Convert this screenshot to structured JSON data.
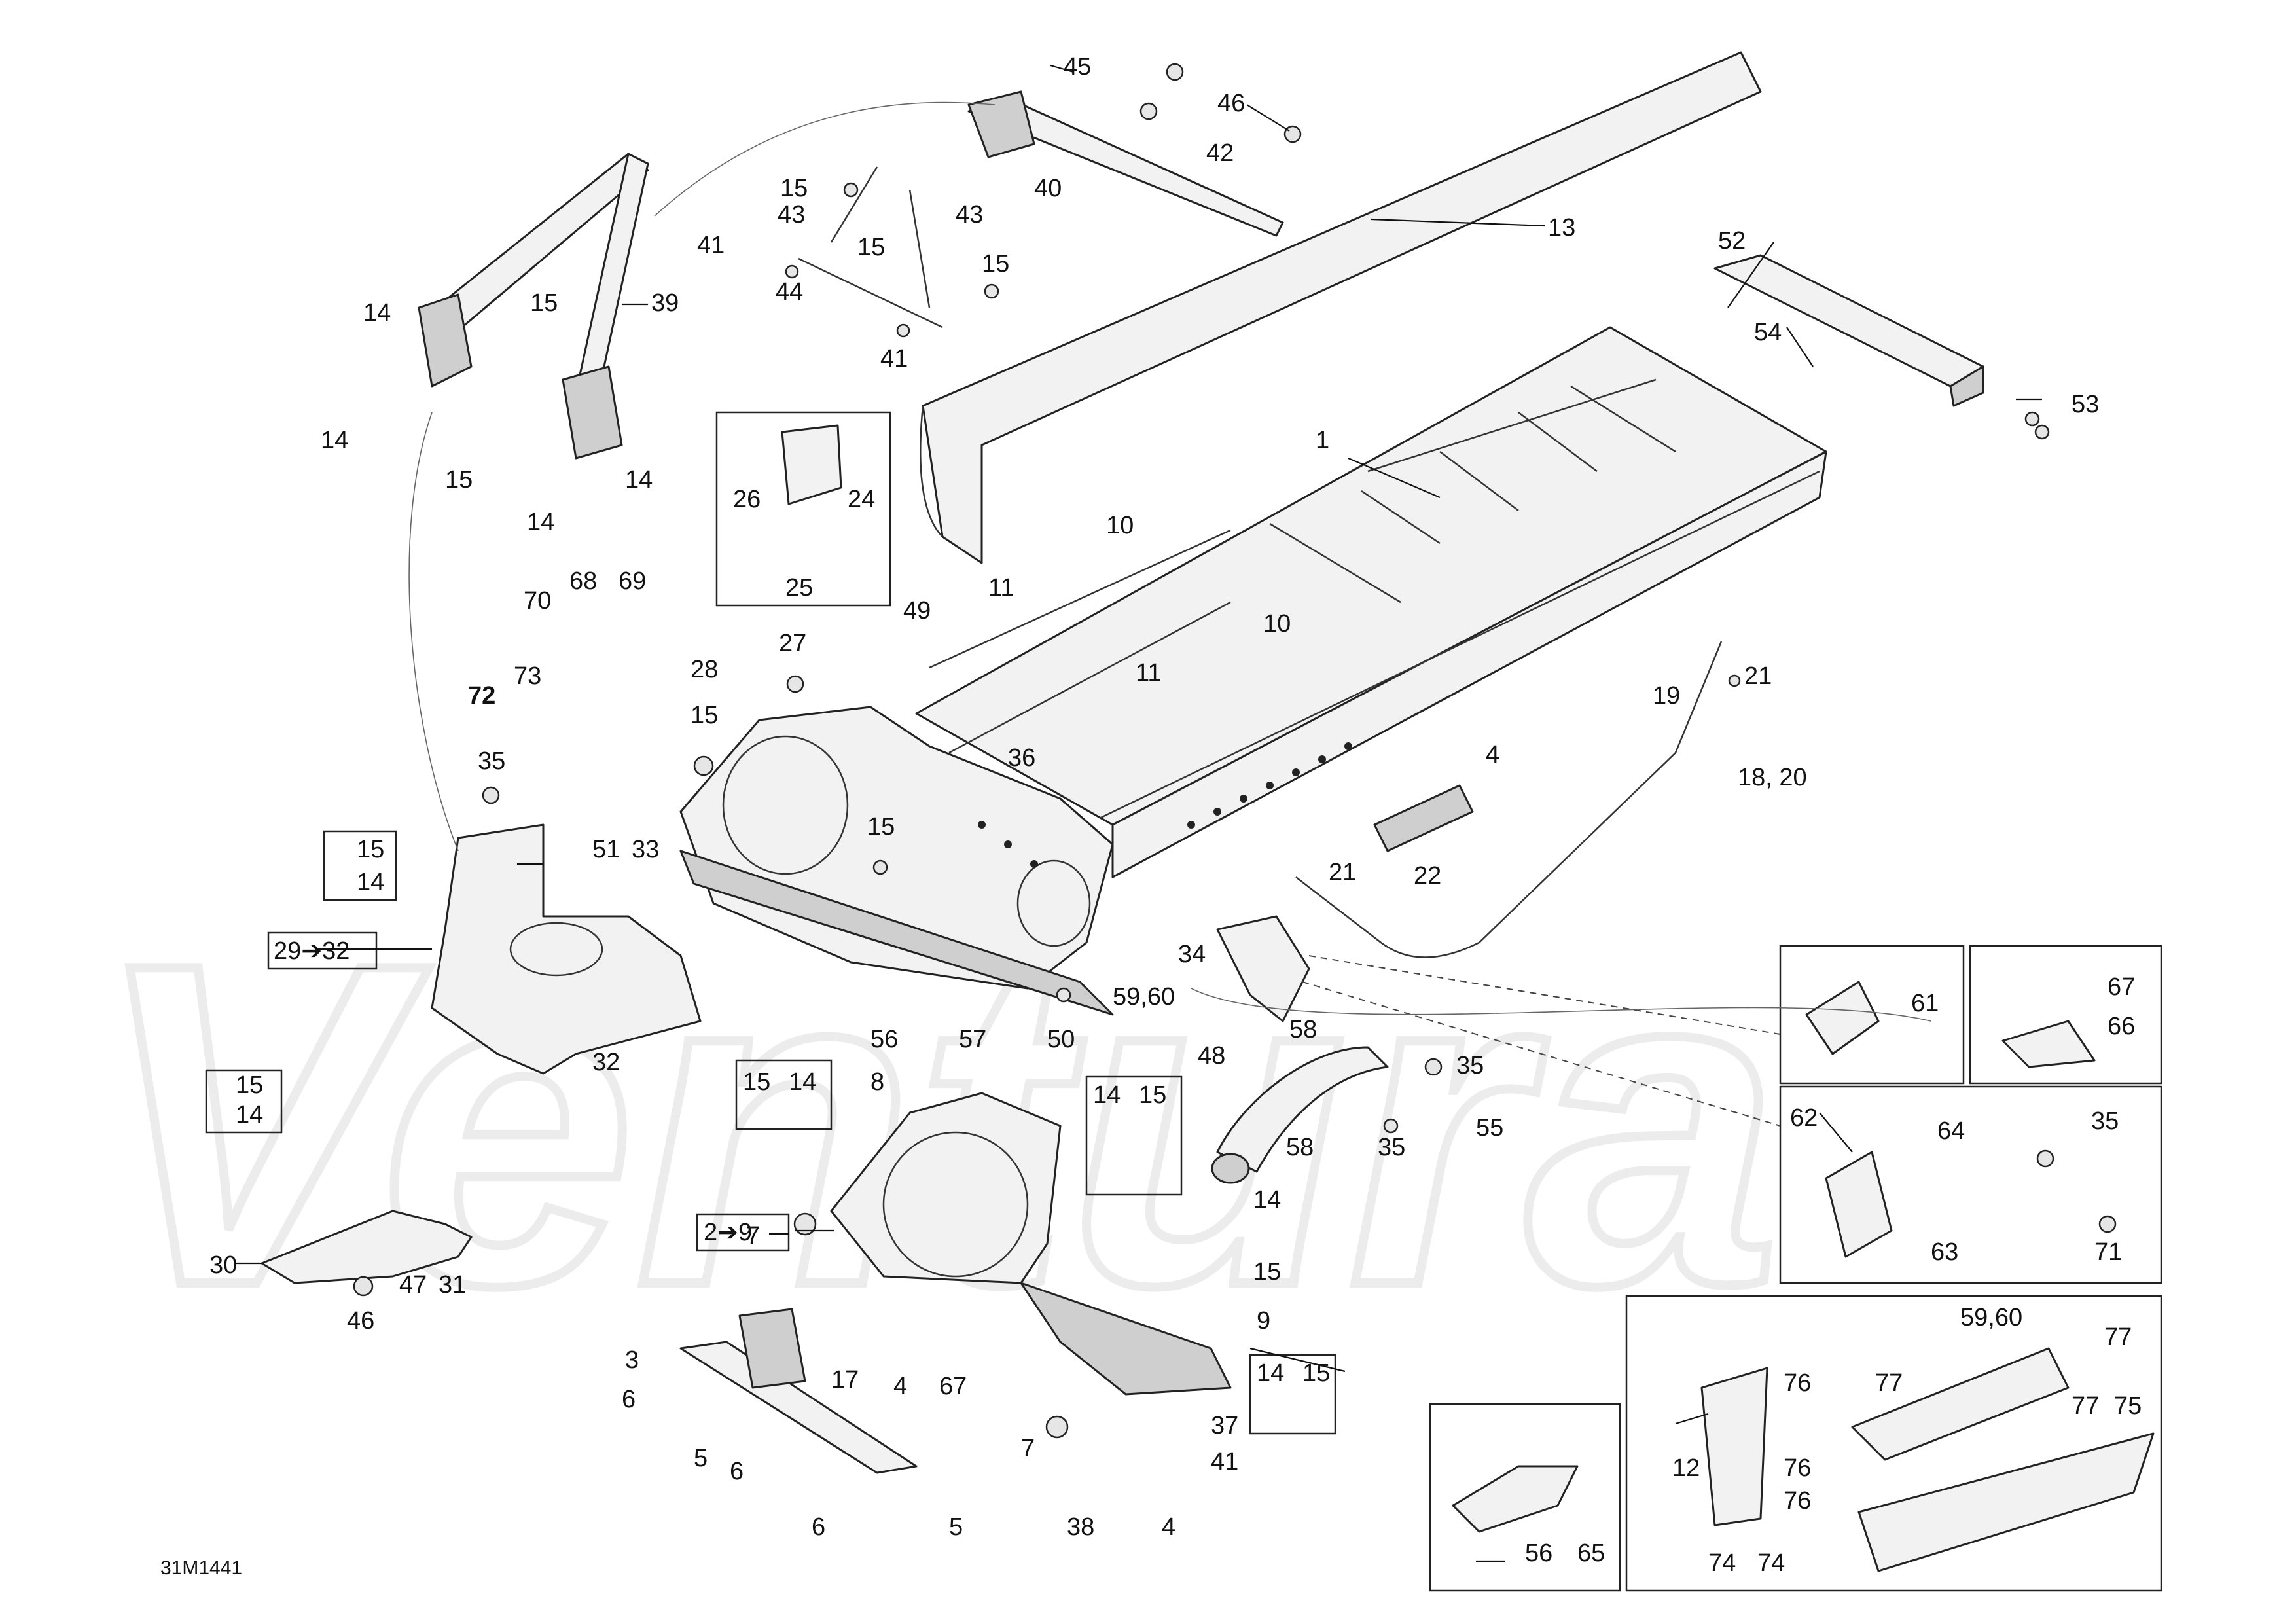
{
  "diagram": {
    "reference_code": "31M1441",
    "watermark": "Ventura",
    "callouts": {
      "c45": "45",
      "c46": "46",
      "c42": "42",
      "c15a": "15",
      "c43a": "43",
      "c43b": "43",
      "c15b": "15",
      "c40": "40",
      "c13": "13",
      "c41a": "41",
      "c15c": "15",
      "c44": "44",
      "c41b": "41",
      "c14a": "14",
      "c15d": "15",
      "c39": "39",
      "c14b": "14",
      "c15e": "15",
      "c14c": "14",
      "c14d": "14",
      "c52": "52",
      "c54": "54",
      "c53": "53",
      "c1": "1",
      "c26": "26",
      "c24": "24",
      "c25": "25",
      "c10a": "10",
      "c11a": "11",
      "c10b": "10",
      "c11b": "11",
      "c49": "49",
      "c27": "27",
      "c28": "28",
      "c70": "70",
      "c68": "68",
      "c69": "69",
      "c72": "72",
      "c73": "73",
      "c15f": "15",
      "c35a": "35",
      "c36": "36",
      "c4a": "4",
      "c22": "22",
      "c19": "19",
      "c21a": "21",
      "c18_20": "18, 20",
      "c21b": "21",
      "c15g": "15",
      "c14e": "14",
      "c51": "51",
      "c33": "33",
      "c15h": "15",
      "c29_32": "29➔32",
      "c32": "32",
      "c34": "34",
      "c59_60a": "59,60",
      "c56a": "56",
      "c57": "57",
      "c50": "50",
      "c58a": "58",
      "c48": "48",
      "c58b": "58",
      "c35b": "35",
      "c55": "55",
      "c35c": "35",
      "c61": "61",
      "c67a": "67",
      "c66": "66",
      "c62": "62",
      "c64": "64",
      "c35d": "35",
      "c63": "63",
      "c71": "71",
      "c15i": "15",
      "c14f": "14",
      "c30": "30",
      "c47": "47",
      "c31": "31",
      "c46b": "46",
      "c15j": "15",
      "c14g": "14",
      "c8": "8",
      "c14h": "14",
      "c15k": "15",
      "c2_9": "2➔9",
      "c7a": "7",
      "c14i": "14",
      "c15l": "15",
      "c9": "9",
      "c3": "3",
      "c17": "17",
      "c6a": "6",
      "c4b": "4",
      "c67b": "67",
      "c5a": "5",
      "c6b": "6",
      "c6c": "6",
      "c5b": "5",
      "c14j": "14",
      "c15m": "15",
      "c37": "37",
      "c7b": "7",
      "c41c": "41",
      "c38": "38",
      "c4c": "4",
      "c59_60b": "59,60",
      "c77a": "77",
      "c77b": "77",
      "c77c": "77",
      "c75": "75",
      "c76a": "76",
      "c12": "12",
      "c76b": "76",
      "c76c": "76",
      "c74a": "74",
      "c74b": "74",
      "c56b": "56",
      "c65": "65"
    }
  }
}
